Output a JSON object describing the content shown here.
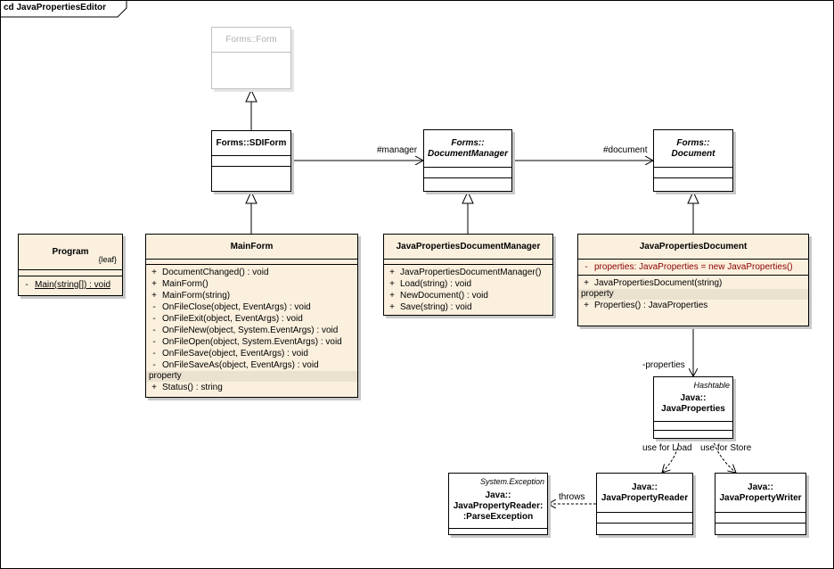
{
  "frame": {
    "title": "cd JavaPropertiesEditor"
  },
  "classes": {
    "forms_form": {
      "name": "Forms::Form"
    },
    "sdiform": {
      "name": "Forms::SDIForm"
    },
    "docmanager": {
      "name_l1": "Forms::",
      "name_l2": "DocumentManager"
    },
    "document": {
      "name_l1": "Forms::",
      "name_l2": "Document"
    },
    "program": {
      "name": "Program",
      "tag": "{leaf}",
      "ops": [
        {
          "vis": "-",
          "sig": "Main(string[]) : void"
        }
      ]
    },
    "mainform": {
      "name": "MainForm",
      "ops": [
        {
          "vis": "+",
          "sig": "DocumentChanged() : void"
        },
        {
          "vis": "+",
          "sig": "MainForm()"
        },
        {
          "vis": "+",
          "sig": "MainForm(string)"
        },
        {
          "vis": "-",
          "sig": "OnFileClose(object, EventArgs) : void"
        },
        {
          "vis": "-",
          "sig": "OnFileExit(object, EventArgs) : void"
        },
        {
          "vis": "-",
          "sig": "OnFileNew(object, System.EventArgs) : void"
        },
        {
          "vis": "-",
          "sig": "OnFileOpen(object, System.EventArgs) : void"
        },
        {
          "vis": "-",
          "sig": "OnFileSave(object, EventArgs) : void"
        },
        {
          "vis": "-",
          "sig": "OnFileSaveAs(object, EventArgs) : void"
        }
      ],
      "section": "property",
      "props": [
        {
          "vis": "+",
          "sig": "Status() : string"
        }
      ]
    },
    "jpdm": {
      "name": "JavaPropertiesDocumentManager",
      "ops": [
        {
          "vis": "+",
          "sig": "JavaPropertiesDocumentManager()"
        },
        {
          "vis": "+",
          "sig": "Load(string) : void"
        },
        {
          "vis": "+",
          "sig": "NewDocument() : void"
        },
        {
          "vis": "+",
          "sig": "Save(string) : void"
        }
      ]
    },
    "jpd": {
      "name": "JavaPropertiesDocument",
      "attrs": [
        {
          "vis": "-",
          "sig": "properties:  JavaProperties = new JavaProperties()"
        }
      ],
      "ops": [
        {
          "vis": "+",
          "sig": "JavaPropertiesDocument(string)"
        }
      ],
      "section": "property",
      "props": [
        {
          "vis": "+",
          "sig": "Properties() : JavaProperties"
        }
      ]
    },
    "javaprops": {
      "stereotype": "Hashtable",
      "name_l1": "Java::",
      "name_l2": "JavaProperties"
    },
    "reader": {
      "name_l1": "Java::",
      "name_l2": "JavaPropertyReader"
    },
    "writer": {
      "name_l1": "Java::",
      "name_l2": "JavaPropertyWriter"
    },
    "parseexc": {
      "stereotype": "System.Exception",
      "name_l1": "Java::",
      "name_l2": "JavaPropertyReader:",
      "name_l3": ":ParseException"
    }
  },
  "labels": {
    "manager": "#manager",
    "document": "#document",
    "properties": "-properties",
    "use_load": "use for Load",
    "use_store": "use for Store",
    "throws": "throws"
  },
  "colors": {
    "class_fill": "#fbf0de",
    "section_fill": "#ebe1cf",
    "attr_text": "#8b0000",
    "ghost": "#b0b0b0"
  }
}
